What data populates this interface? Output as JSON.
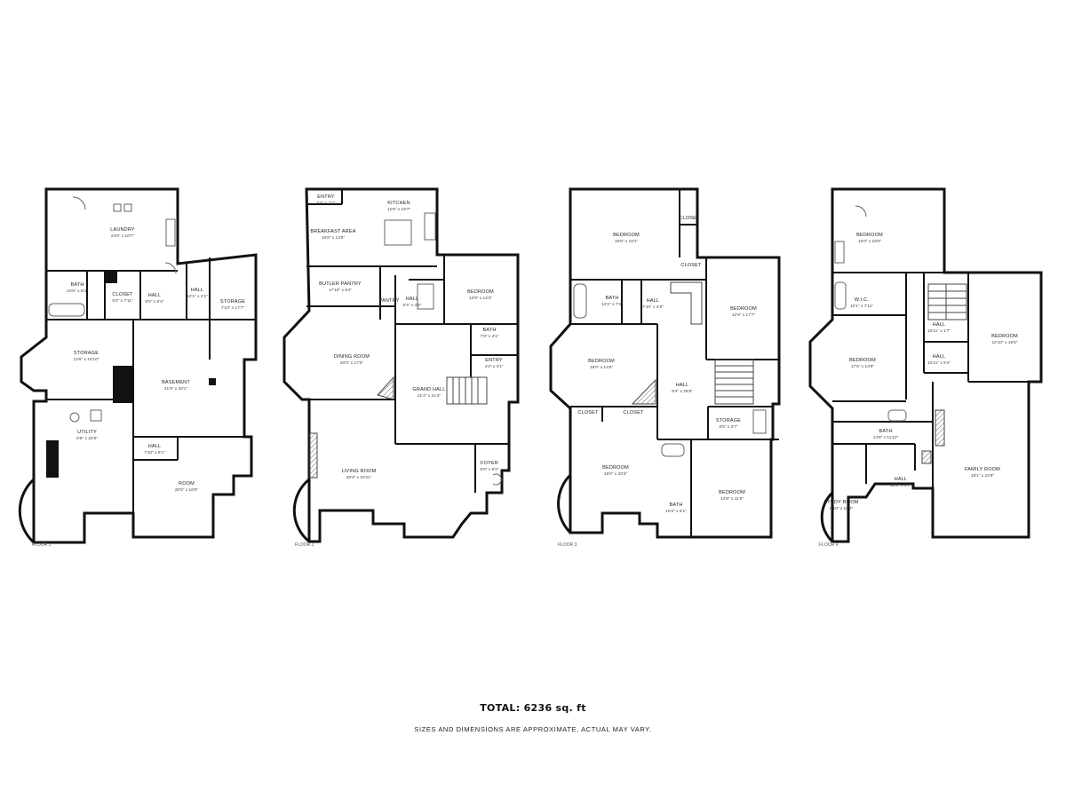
{
  "floors": [
    {
      "label": "FLOOR 1",
      "rooms": [
        {
          "name": "LAUNDRY",
          "dims": "24'6\" x 10'7\""
        },
        {
          "name": "BATH",
          "dims": "10'0\" x 8'3\""
        },
        {
          "name": "CLOSET",
          "dims": "5'3\" x 7'11\""
        },
        {
          "name": "HALL",
          "dims": "6'6\" x 6'4\""
        },
        {
          "name": "HALL",
          "dims": "12'1\" x 4'1\""
        },
        {
          "name": "STORAGE",
          "dims": "7'10\" x 17'7\""
        },
        {
          "name": "STORAGE",
          "dims": "13'6\" x 16'10\""
        },
        {
          "name": "BASEMENT",
          "dims": "21'8\" x 25'1\""
        },
        {
          "name": "UTILITY",
          "dims": "8'9\" x 22'8\""
        },
        {
          "name": "HALL",
          "dims": "7'10\" x 6'1\""
        },
        {
          "name": "ROOM",
          "dims": "20'5\" x 18'0\""
        }
      ]
    },
    {
      "label": "FLOOR 2",
      "rooms": [
        {
          "name": "ENTRY",
          "dims": "6'6\" x 3'3\""
        },
        {
          "name": "KITCHEN",
          "dims": "12'6\" x 19'7\""
        },
        {
          "name": "BREAKFAST AREA",
          "dims": "10'8\" x 13'6\""
        },
        {
          "name": "BUTLER PANTRY",
          "dims": "17'10\" x 6'4\""
        },
        {
          "name": "PANTRY",
          "dims": ""
        },
        {
          "name": "HALL",
          "dims": "5'4\" x 4'5\""
        },
        {
          "name": "BEDROOM",
          "dims": "13'9\" x 12'3\""
        },
        {
          "name": "BATH",
          "dims": "7'9\" x 4'1\""
        },
        {
          "name": "ENTRY",
          "dims": "4'4\" x 4'1\""
        },
        {
          "name": "DINING ROOM",
          "dims": "20'0\" x 17'0\""
        },
        {
          "name": "GRAND HALL",
          "dims": "21'4\" x 21'4\""
        },
        {
          "name": "LIVING ROOM",
          "dims": "33'3\" x 23'11\""
        },
        {
          "name": "FOYER",
          "dims": "6'6\" x 8'2\""
        }
      ]
    },
    {
      "label": "FLOOR 3",
      "rooms": [
        {
          "name": "BEDROOM",
          "dims": "18'6\" x 18'1\""
        },
        {
          "name": "CLOSET",
          "dims": ""
        },
        {
          "name": "CLOSET",
          "dims": ""
        },
        {
          "name": "BATH",
          "dims": "12'2\" x 7'3\""
        },
        {
          "name": "HALL",
          "dims": "7'10\" x 4'6\""
        },
        {
          "name": "BEDROOM",
          "dims": "12'9\" x 17'7\""
        },
        {
          "name": "BEDROOM",
          "dims": "19'0\" x 14'8\""
        },
        {
          "name": "HALL",
          "dims": "9'4\" x 25'8\""
        },
        {
          "name": "CLOSET",
          "dims": ""
        },
        {
          "name": "CLOSET",
          "dims": ""
        },
        {
          "name": "STORAGE",
          "dims": "6'6\" x 3'7\""
        },
        {
          "name": "BEDROOM",
          "dims": "19'0\" x 20'4\""
        },
        {
          "name": "BATH",
          "dims": "10'3\" x 6'1\""
        },
        {
          "name": "BEDROOM",
          "dims": "14'8\" x 11'5\""
        }
      ]
    },
    {
      "label": "FLOOR 4",
      "rooms": [
        {
          "name": "BEDROOM",
          "dims": "15'0\" x 18'3\""
        },
        {
          "name": "W.I.C.",
          "dims": "10'1\" x 7'11\""
        },
        {
          "name": "HALL",
          "dims": "10'11\" x 1'7\""
        },
        {
          "name": "BEDROOM",
          "dims": "12'10\" x 15'5\""
        },
        {
          "name": "BEDROOM",
          "dims": "17'6\" x 14'9\""
        },
        {
          "name": "HALL",
          "dims": "10'11\" x 9'4\""
        },
        {
          "name": "BATH",
          "dims": "14'8\" x 11'10\""
        },
        {
          "name": "HALL",
          "dims": "12'0\" x 1'7\""
        },
        {
          "name": "STUDY ROOM",
          "dims": "9'10\" x 10'2\""
        },
        {
          "name": "FAMILY ROOM",
          "dims": "18'1\" x 22'9\""
        }
      ]
    }
  ],
  "total": {
    "label": "TOTAL:",
    "value": "6236 sq. ft"
  },
  "disclaimer": "SIZES AND DIMENSIONS ARE APPROXIMATE, ACTUAL MAY VARY."
}
